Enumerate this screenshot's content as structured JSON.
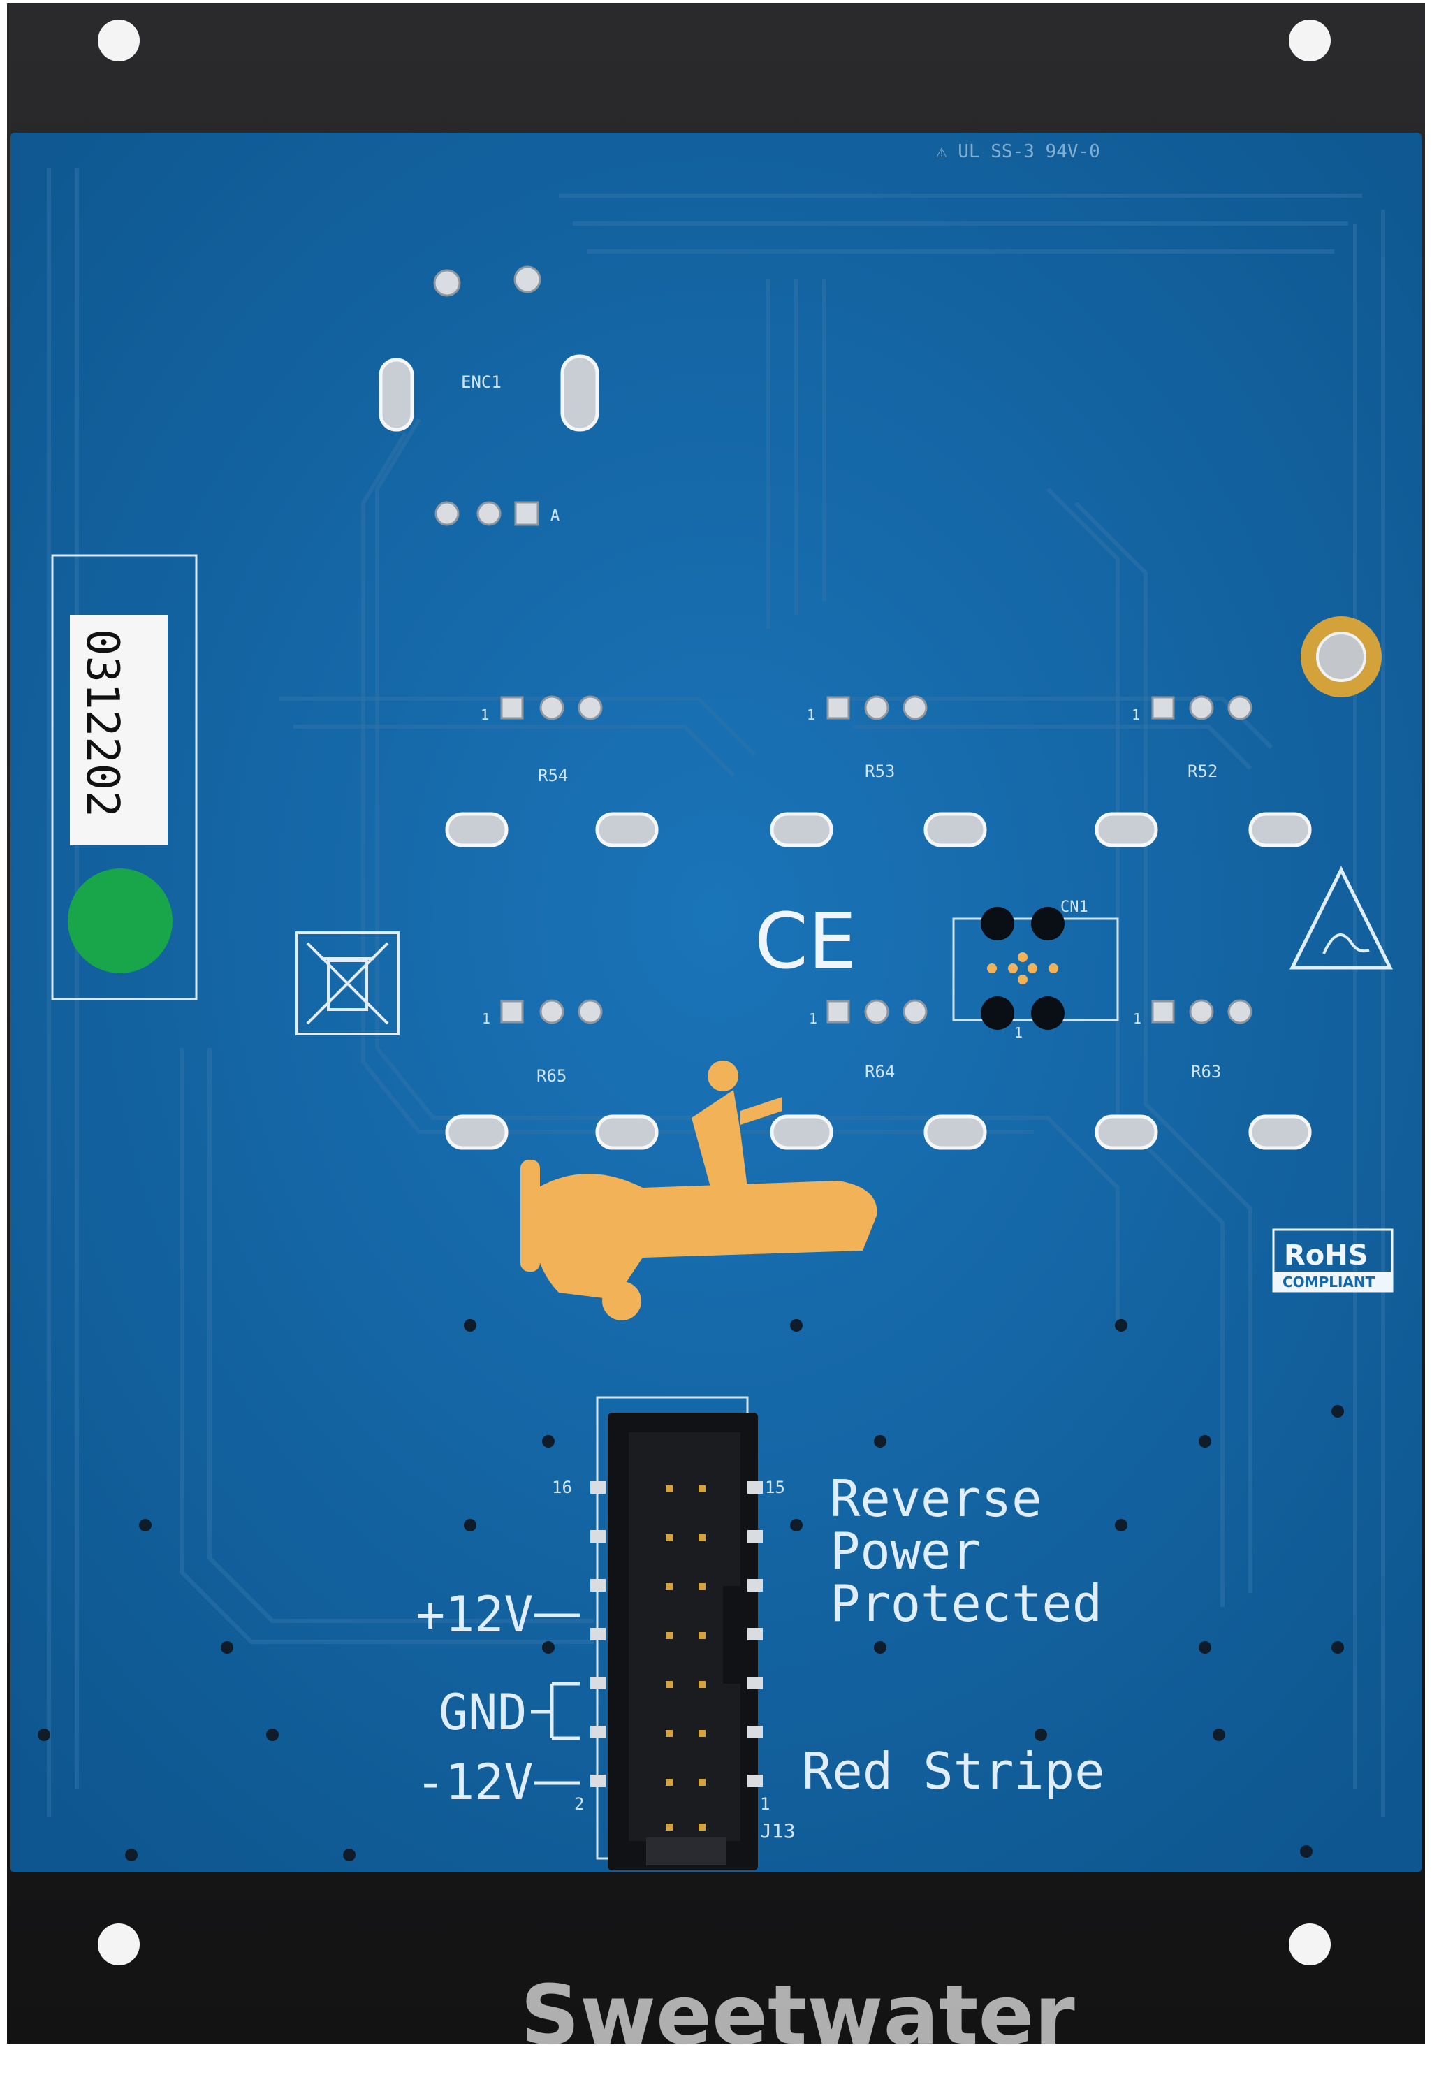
{
  "board": {
    "top_code": "⚠ UL SS-3 94V-0",
    "encoder_label": "ENC1",
    "pin_a_label": "A",
    "serial_sticker": "0312202",
    "potentiometers": [
      {
        "label": "R54",
        "pin1": "1"
      },
      {
        "label": "R53",
        "pin1": "1"
      },
      {
        "label": "R52",
        "pin1": "1"
      },
      {
        "label": "R65",
        "pin1": "1"
      },
      {
        "label": "R64",
        "pin1": "1"
      },
      {
        "label": "R63",
        "pin1": "1"
      }
    ],
    "connector_label": "CN1",
    "connector_pin1": "1",
    "ce_mark": "CE",
    "rohs_line1": "RoHS",
    "rohs_line2": "COMPLIANT",
    "header": {
      "label": "J13",
      "pin16": "16",
      "pin15": "15",
      "pin2": "2",
      "pin1": "1"
    },
    "power_labels": {
      "plus12": "+12V",
      "gnd": "GND",
      "minus12": "-12V"
    },
    "notes": {
      "line1": "Reverse",
      "line2": "Power",
      "line3": "Protected",
      "stripe": "Red Stripe"
    }
  },
  "watermark": "Sweetwater",
  "colors": {
    "pcb_blue": "#1467a8",
    "faceplate": "#1c1c1e",
    "logo_orange": "#f2b257",
    "sticker_green": "#19a64b"
  },
  "icons": [
    "weee-bin-icon",
    "esd-warning-icon",
    "airplane-logo-icon"
  ]
}
